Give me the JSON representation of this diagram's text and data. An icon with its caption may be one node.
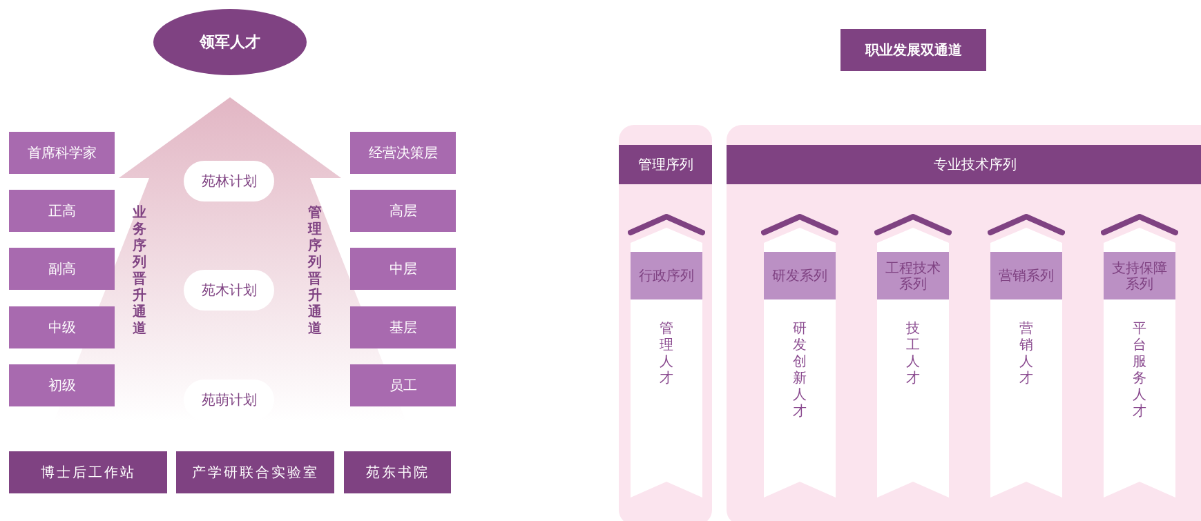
{
  "diagram": {
    "nodes": [
      {
        "text": [
          "领军人才"
        ]
      },
      {
        "text": [
          "业务序列晋升通道",
          "管理序列晋升通道"
        ]
      },
      {
        "text": [
          "苑林计划"
        ],
        "in": 1
      },
      {
        "text": [
          "苑木计划"
        ],
        "in": 1
      },
      {
        "text": [
          "苑萌计划"
        ],
        "in": 1
      },
      {
        "text": [
          "首席科学家"
        ]
      },
      {
        "text": [
          "正高"
        ]
      },
      {
        "text": [
          "副高"
        ]
      },
      {
        "text": [
          "中级"
        ]
      },
      {
        "text": [
          "初级"
        ]
      },
      {
        "text": [
          "经营决策层"
        ]
      },
      {
        "text": [
          "高层"
        ]
      },
      {
        "text": [
          "中层"
        ]
      },
      {
        "text": [
          "基层"
        ]
      },
      {
        "text": [
          "员工"
        ]
      },
      {
        "text": [
          "博士后工作站"
        ]
      },
      {
        "text": [
          "产学研联合实验室"
        ]
      },
      {
        "text": [
          "苑东书院"
        ]
      },
      {
        "text": [
          "职业发展双通道"
        ]
      },
      {
        "text": [],
        "shape": "box"
      },
      {
        "text": [
          "管理序列"
        ],
        "in": 19
      },
      {
        "text": [],
        "shape": "box"
      },
      {
        "text": [
          "专业技术序列"
        ],
        "in": 21
      },
      {
        "text": [
          "行政序列",
          "管理人才"
        ],
        "in": 19
      },
      {
        "text": [
          "研发系列",
          "研发创新人才"
        ],
        "in": 21
      },
      {
        "text": [
          "工程技术系列",
          "技工人才"
        ],
        "in": 21
      },
      {
        "text": [
          "营销系列",
          "营销人才"
        ],
        "in": 21
      },
      {
        "text": [
          "支持保障系列",
          "平台服务人才"
        ],
        "in": 21
      }
    ]
  }
}
